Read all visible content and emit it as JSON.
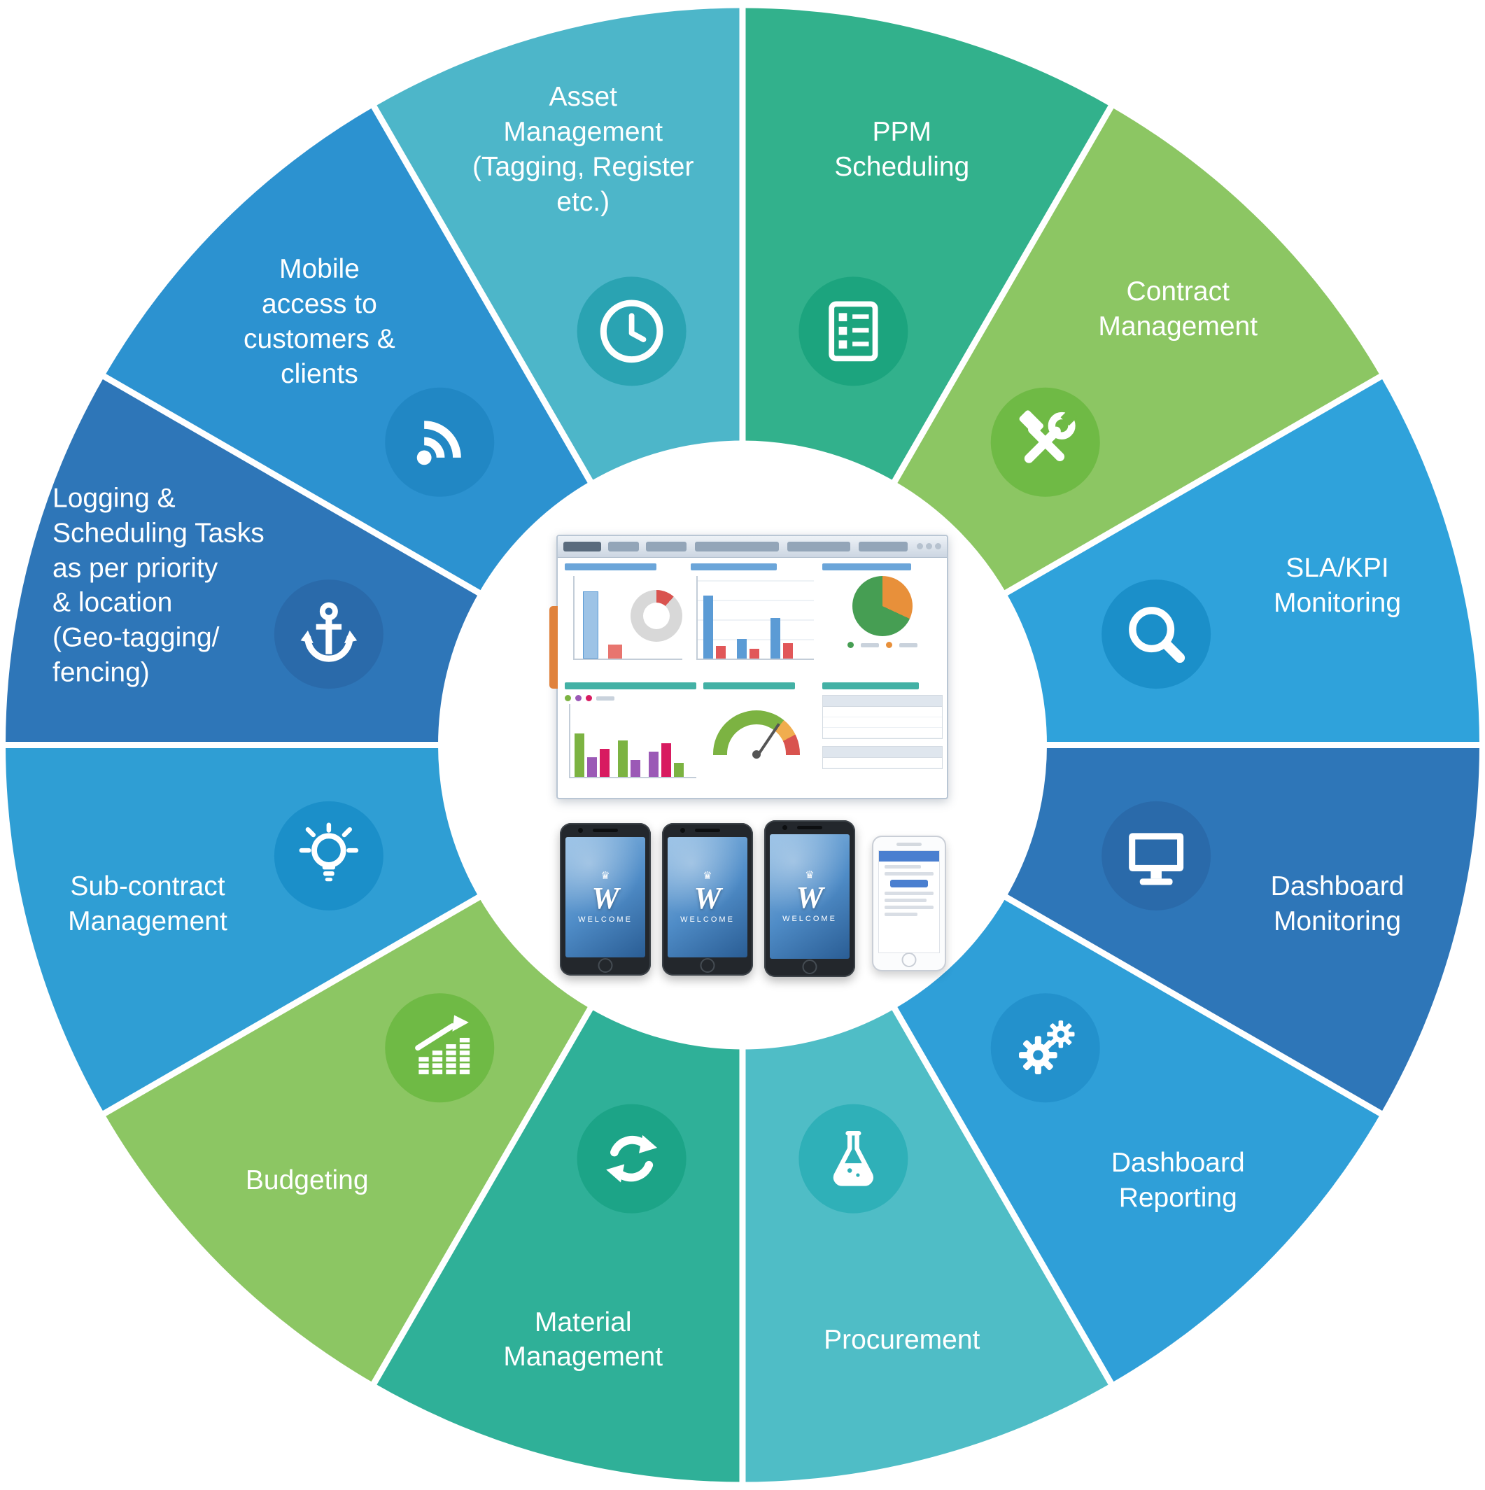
{
  "wheel": {
    "segments": [
      {
        "id": "ppm-scheduling",
        "label": "PPM\nScheduling",
        "icon": "checklist-icon",
        "color": "#32b18c",
        "icon_color": "#1ca47e"
      },
      {
        "id": "contract-management",
        "label": "Contract\nManagement",
        "icon": "tools-icon",
        "color": "#8cc663",
        "icon_color": "#6fba45"
      },
      {
        "id": "sla-kpi-monitoring",
        "label": "SLA/KPI\nMonitoring",
        "icon": "magnifier-icon",
        "color": "#2fa2db",
        "icon_color": "#1b8fc9"
      },
      {
        "id": "dashboard-monitoring",
        "label": "Dashboard\nMonitoring",
        "icon": "monitor-icon",
        "color": "#2e76b8",
        "icon_color": "#2a6aaa"
      },
      {
        "id": "dashboard-reporting",
        "label": "Dashboard\nReporting",
        "icon": "gears-icon",
        "color": "#2f9fd8",
        "icon_color": "#2391cc"
      },
      {
        "id": "procurement",
        "label": "Procurement",
        "icon": "flask-icon",
        "color": "#4fbdc6",
        "icon_color": "#2fb0b8"
      },
      {
        "id": "material-management",
        "label": "Material\nManagement",
        "icon": "refresh-icon",
        "color": "#2fb098",
        "icon_color": "#1ca487"
      },
      {
        "id": "budgeting",
        "label": "Budgeting",
        "icon": "bar-growth-icon",
        "color": "#8cc663",
        "icon_color": "#6fba45"
      },
      {
        "id": "sub-contract-management",
        "label": "Sub-contract\nManagement",
        "icon": "bulb-icon",
        "color": "#2f9ed4",
        "icon_color": "#1b8fc9"
      },
      {
        "id": "logging-scheduling",
        "label": "Logging &\nScheduling Tasks\nas per priority\n& location\n(Geo-tagging/\nfencing)",
        "icon": "anchor-icon",
        "color": "#2e76b8",
        "icon_color": "#2a6aaa"
      },
      {
        "id": "mobile-access",
        "label": "Mobile\naccess to\ncustomers &\nclients",
        "icon": "rss-icon",
        "color": "#2c92d0",
        "icon_color": "#2187c4"
      },
      {
        "id": "asset-management",
        "label": "Asset\nManagement\n(Tagging, Register\netc.)",
        "icon": "clock-icon",
        "color": "#4db6c9",
        "icon_color": "#2aa3b2"
      }
    ]
  },
  "center": {
    "phone_logo": "W",
    "phone_crown": "♛",
    "phone_welcome": "WELCOME"
  }
}
